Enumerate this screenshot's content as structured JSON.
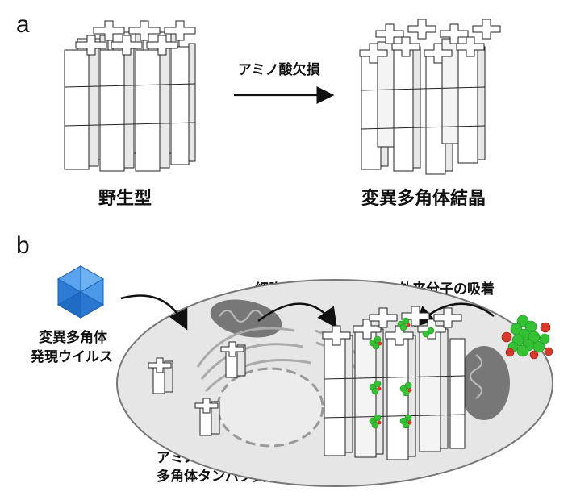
{
  "panel_a": {
    "label": "a",
    "arrow_label": "アミノ酸欠損",
    "left_caption": "野生型",
    "right_caption": "変異多角体結晶"
  },
  "panel_b": {
    "label": "b",
    "virus_label_line1": "変異多角体",
    "virus_label_line2": "発現ウイルス",
    "crystallization_label": "細胞内結晶化",
    "adsorption_label": "外来分子の吸着",
    "protein_label_line1": "アミノ酸欠損変異",
    "protein_label_line2": "多角体タンパク質"
  },
  "colors": {
    "virus": "#3a8ee6",
    "cell": "#e6e6e6",
    "cell_border": "#777777",
    "guest_molecule": "#34c234",
    "guest_atom_red": "#d53a2a",
    "lattice": "#ffffff",
    "outline": "#222222"
  }
}
